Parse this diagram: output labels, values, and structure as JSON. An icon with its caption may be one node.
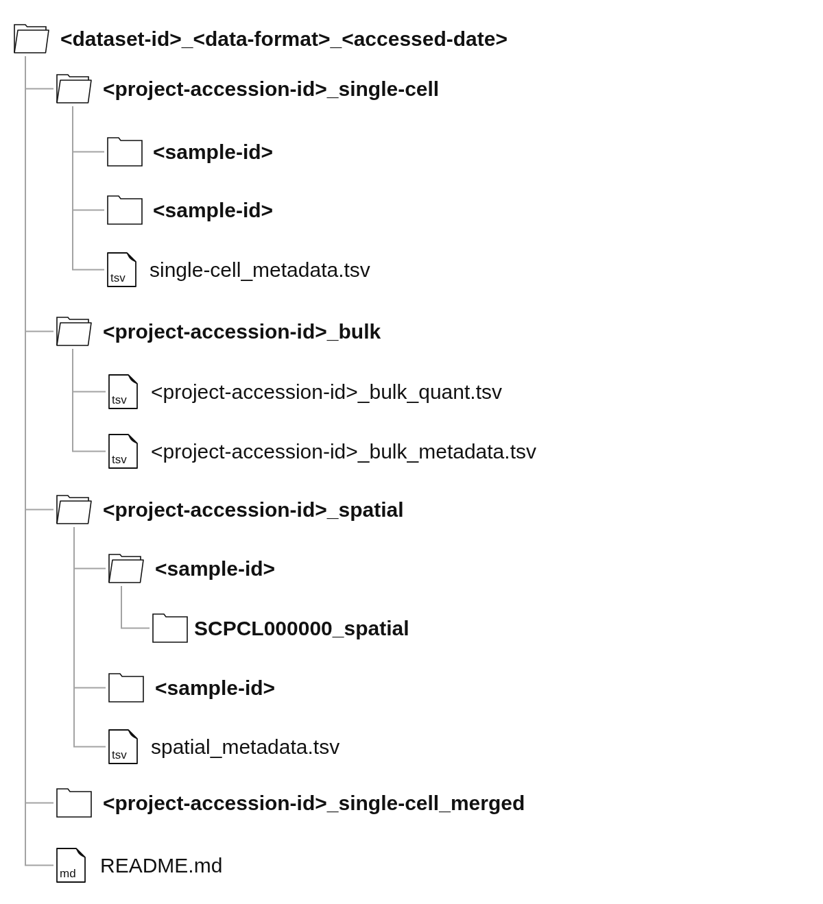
{
  "diagram": {
    "nodes": [
      {
        "text": [
          "<dataset-id>_<data-format>_<accessed-date>"
        ]
      },
      {
        "text": [
          "<project-accession-id>_single-cell"
        ]
      },
      {
        "text": [
          "<sample-id>"
        ]
      },
      {
        "text": [
          "<sample-id>"
        ]
      },
      {
        "text": [
          "tsv",
          "single-cell_metadata.tsv"
        ]
      },
      {
        "text": [
          "<project-accession-id>_bulk"
        ]
      },
      {
        "text": [
          "tsv",
          "<project-accession-id>_bulk_quant.tsv"
        ]
      },
      {
        "text": [
          "tsv",
          "<project-accession-id>_bulk_metadata.tsv"
        ]
      },
      {
        "text": [
          "<project-accession-id>_spatial"
        ]
      },
      {
        "text": [
          "<sample-id>"
        ]
      },
      {
        "text": [
          "SCPCL000000_spatial"
        ]
      },
      {
        "text": [
          "<sample-id>"
        ]
      },
      {
        "text": [
          "tsv",
          "spatial_metadata.tsv"
        ]
      },
      {
        "text": [
          "<project-accession-id>_single-cell_merged"
        ]
      },
      {
        "text": [
          "md",
          "README.md"
        ]
      }
    ],
    "edges": [
      {
        "from": 0,
        "to": 1,
        "arrow": "none"
      },
      {
        "from": 1,
        "to": 2,
        "arrow": "none"
      },
      {
        "from": 1,
        "to": 3,
        "arrow": "none"
      },
      {
        "from": 1,
        "to": 4,
        "arrow": "none"
      },
      {
        "from": 0,
        "to": 5,
        "arrow": "none"
      },
      {
        "from": 5,
        "to": 6,
        "arrow": "none"
      },
      {
        "from": 5,
        "to": 7,
        "arrow": "none"
      },
      {
        "from": 0,
        "to": 8,
        "arrow": "none"
      },
      {
        "from": 8,
        "to": 9,
        "arrow": "none"
      },
      {
        "from": 9,
        "to": 10,
        "arrow": "none"
      },
      {
        "from": 8,
        "to": 11,
        "arrow": "none"
      },
      {
        "from": 8,
        "to": 12,
        "arrow": "none"
      },
      {
        "from": 0,
        "to": 13,
        "arrow": "none"
      },
      {
        "from": 0,
        "to": 14,
        "arrow": "none"
      }
    ]
  }
}
